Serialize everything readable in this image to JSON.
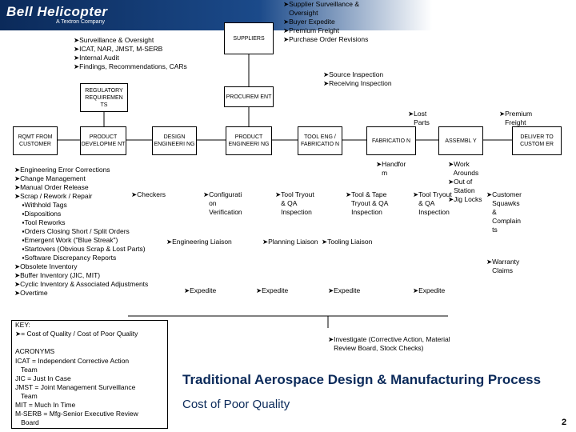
{
  "header": {
    "logo": "Bell Helicopter",
    "subtitle": "A Textron Company"
  },
  "boxes": {
    "suppliers": "SUPPLIERS",
    "procurement": "PROCUREM ENT",
    "regulatory": "REGULATORY REQUIREMEN TS",
    "rqmt": "RQMT FROM CUSTOMER",
    "product_development": "PRODUCT DEVELOPME NT",
    "design_engineering": "DESIGN ENGINEERI NG",
    "product_engineering": "PRODUCT ENGINEERI NG",
    "tooling": "TOOL ENG / FABRICATIO N",
    "fabrication": "FABRICATIO N",
    "assembly": "ASSEMBL Y",
    "deliver": "DELIVER TO CUSTOM ER"
  },
  "texts": {
    "surveillance": "➤Surveillance & Oversight\n➤ICAT, NAR, JMST, M-SERB\n➤Internal Audit\n➤Findings, Recommendations, CARs",
    "supplier_list": "➤Supplier Surveillance &\n   Oversight\n➤Buyer Expedite\n➤Premium Freight\n➤Purchase Order Revisions",
    "source": "➤Source Inspection\n➤Receiving Inspection",
    "lost_parts": "➤Lost\n   Parts",
    "premium_freight": "➤Premium\n   Freight",
    "design_issues": "➤Engineering Error Corrections\n➤Change Management\n➤Manual Order Release\n➤Scrap / Rework / Repair\n    ▪Withhold Tags\n    ▪Dispositions\n    ▪Tool Reworks\n    ▪Orders Closing Short / Split Orders\n    ▪Emergent Work (\"Blue Streak\")\n    ▪Startovers (Obvious Scrap & Lost Parts)\n    ▪Software Discrepancy Reports\n➤Obsolete Inventory\n➤Buffer Inventory (JIC, MIT)\n➤Cyclic Inventory & Associated Adjustments\n➤Overtime",
    "checkers": "➤Checkers",
    "config": "➤Configurati\n   on\n   Verification",
    "tool_tryout": "➤Tool Tryout\n   & QA\n   Inspection",
    "tool_tape": "➤Tool & Tape\n   Tryout & QA\n   Inspection",
    "handform": "➤Handfor\n   m",
    "work_arounds": "➤Work\n   Arounds\n➤Out of\n   Station\n➤Jig Locks",
    "tool_tryout2": "➤Tool Tryout\n   & QA\n   Inspection",
    "customer_squawks": "➤Customer\n   Squawks\n   &\n   Complain\n   ts",
    "eng_liaison": "➤Engineering Liaison",
    "planning_liaison": "➤Planning Liaison",
    "tooling_liaison": "➤Tooling Liaison",
    "warranty": "➤Warranty\n   Claims",
    "expedite1": "➤Expedite",
    "expedite2": "➤Expedite",
    "expedite3": "➤Expedite",
    "expedite4": "➤Expedite",
    "investigate": "➤Investigate (Corrective Action, Material\n   Review Board, Stock Checks)"
  },
  "key": {
    "title": "KEY:",
    "legend": "➤= Cost of Quality / Cost of Poor Quality",
    "acronyms_title": "ACRONYMS",
    "acronyms": "ICAT = Independent Corrective Action\n   Team\nJIC = Just In Case\nJMST = Joint Management Surveillance\n   Team\nMIT = Much In Time\nM-SERB = Mfg-Senior Executive Review\n   Board"
  },
  "title": {
    "line1": "Traditional Aerospace Design & Manufacturing Process",
    "line2": "Cost of Poor Quality"
  },
  "page_number": "2"
}
